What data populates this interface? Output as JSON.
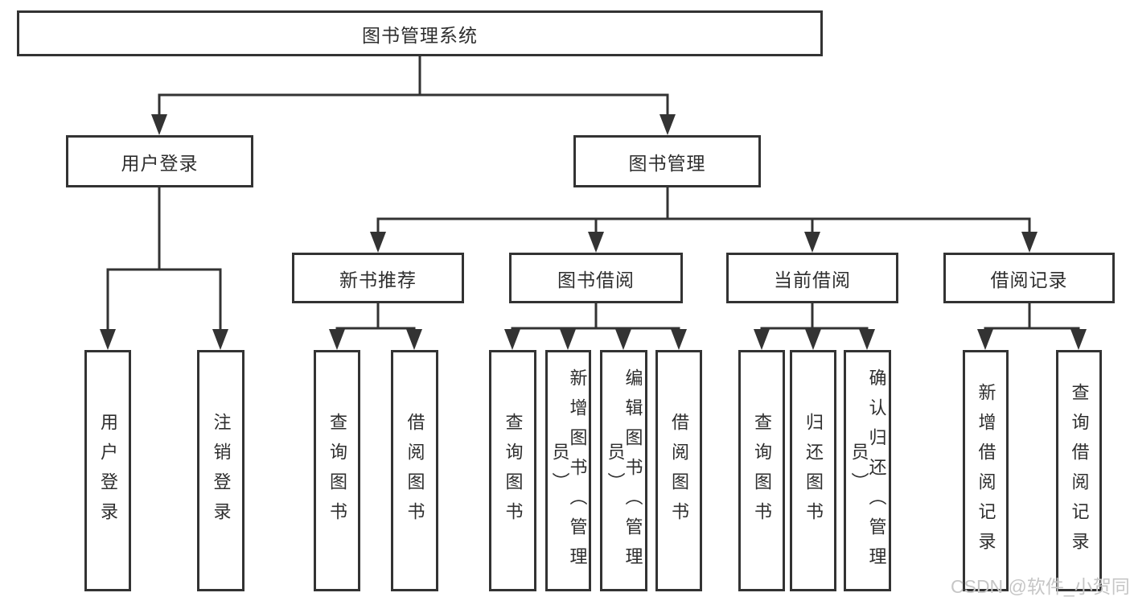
{
  "colors": {
    "line": "#333333",
    "box_border": "#333333",
    "text": "#2e2e2e",
    "watermark": "#c6c6c6",
    "background": "#ffffff"
  },
  "tree": {
    "root": {
      "label": "图书管理系统"
    },
    "branches": [
      {
        "label": "用户登录",
        "children": [
          {
            "label": "用户登录"
          },
          {
            "label": "注销登录"
          }
        ]
      },
      {
        "label": "图书管理",
        "children": [
          {
            "label": "新书推荐",
            "children": [
              {
                "label": "查询图书"
              },
              {
                "label": "借阅图书"
              }
            ]
          },
          {
            "label": "图书借阅",
            "children": [
              {
                "label": "查询图书"
              },
              {
                "label": "新增图书（管理员）"
              },
              {
                "label": "编辑图书（管理员）"
              },
              {
                "label": "借阅图书"
              }
            ]
          },
          {
            "label": "当前借阅",
            "children": [
              {
                "label": "查询图书"
              },
              {
                "label": "归还图书"
              },
              {
                "label": "确认归还（管理员）"
              }
            ]
          },
          {
            "label": "借阅记录",
            "children": [
              {
                "label": "新增借阅记录"
              },
              {
                "label": "查询借阅记录"
              }
            ]
          }
        ]
      }
    ]
  },
  "watermark": {
    "text": "CSDN @软件_小贺同学"
  }
}
